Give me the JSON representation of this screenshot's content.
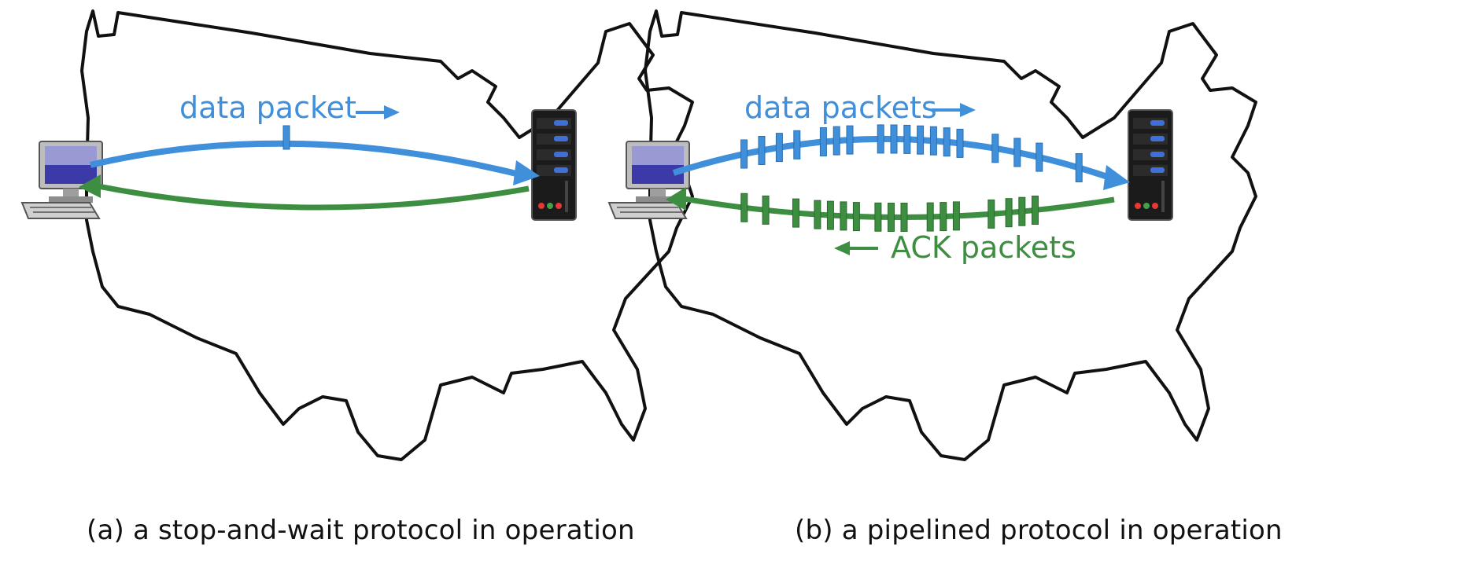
{
  "colors": {
    "data": "#3f8fdb",
    "ack": "#3e8e41",
    "map_stroke": "#111111",
    "monitor_screen": "#3b3aa8",
    "server_body": "#1b1b1b",
    "server_light": "#3f6fd8"
  },
  "panel_a": {
    "data_label": "data packet",
    "caption": "(a) a stop-and-wait protocol in operation",
    "client_icon": "desktop-computer-icon",
    "server_icon": "server-tower-icon",
    "data_packet_count": 1
  },
  "panel_b": {
    "data_label": "data packets",
    "ack_label": "ACK packets",
    "caption": "(b) a pipelined protocol in operation",
    "client_icon": "desktop-computer-icon",
    "server_icon": "server-tower-icon"
  }
}
